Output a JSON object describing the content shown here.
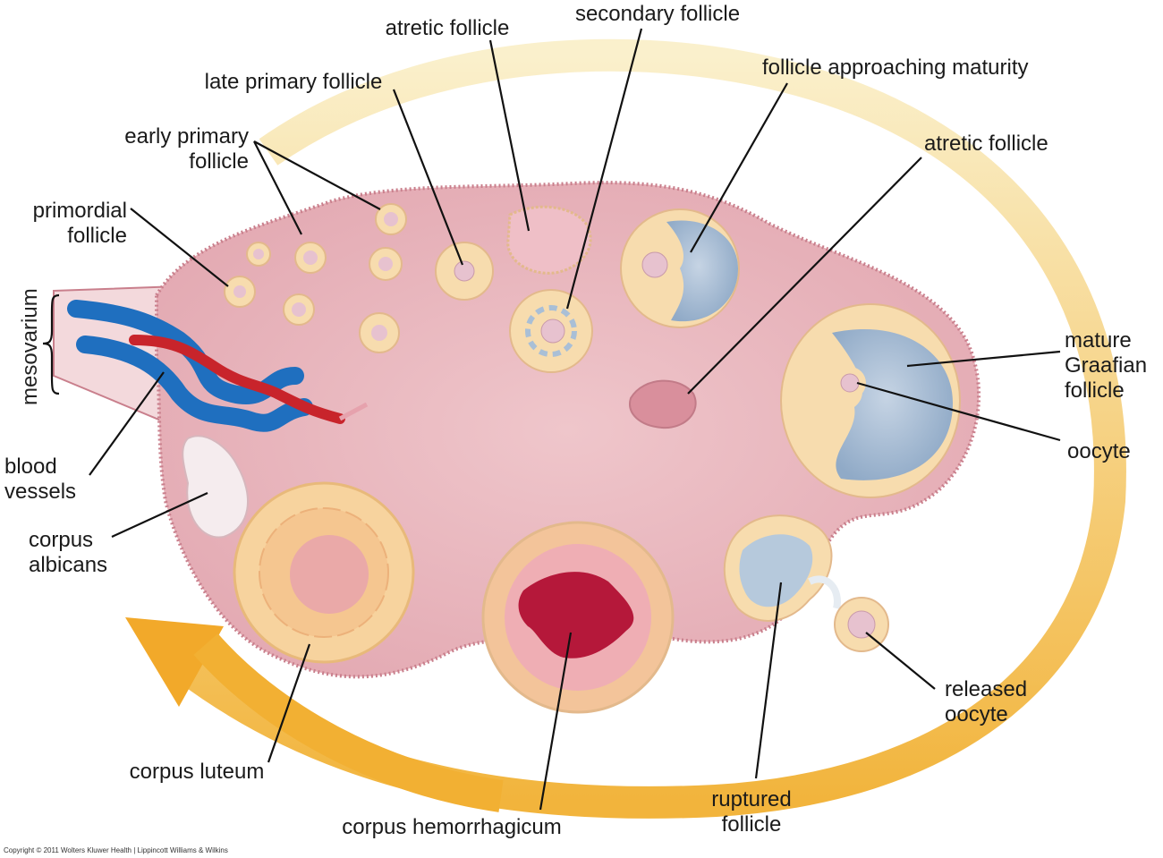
{
  "labels": {
    "atretic_top": "atretic follicle",
    "secondary": "secondary follicle",
    "approaching": "follicle approaching maturity",
    "late_primary": "late primary follicle",
    "atretic_right": "atretic follicle",
    "early_primary": "early primary\nfollicle",
    "primordial": "primordial\nfollicle",
    "mesovarium": "mesovarium",
    "mature_graafian": "mature\nGraafian\nfollicle",
    "oocyte": "oocyte",
    "blood_vessels": "blood\nvessels",
    "corpus_albicans": "corpus\nalbicans",
    "released_oocyte": "released\noocyte",
    "corpus_luteum": "corpus luteum",
    "ruptured": "ruptured\nfollicle",
    "corpus_hemorrhagicum": "corpus hemorrhagicum"
  },
  "copyright": "Copyright © 2011 Wolters Kluwer Health | Lippincott Williams & Wilkins",
  "colors": {
    "ovary": "#eab8be",
    "ovary_edge": "#c97f8c",
    "follicle_cells": "#f7dcae",
    "antrum": "#a9bfd6",
    "oocyte": "#e7c2cf",
    "vein": "#1f6fbf",
    "artery": "#c8242b",
    "cycle_arrow": "#f3b33a",
    "hemorrhage": "#b5183a"
  }
}
